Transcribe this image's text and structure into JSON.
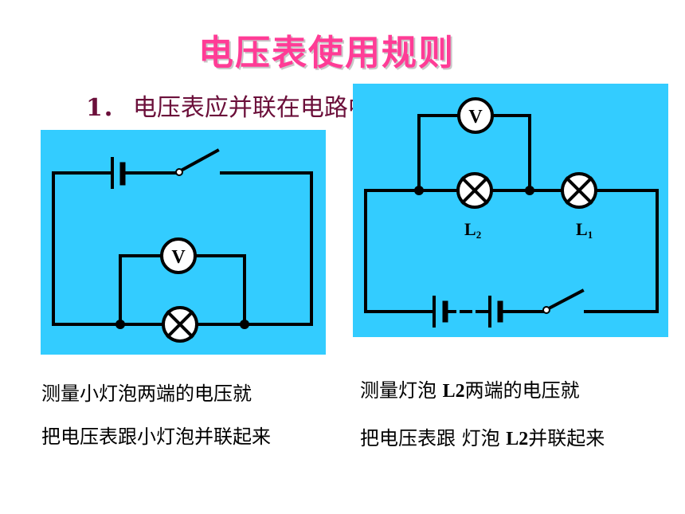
{
  "title": "电压表使用规则",
  "point": {
    "number": "1．",
    "text": "电压表应并联在电路中"
  },
  "left_circuit": {
    "meter_label": "V",
    "caption_line1": "测量小灯泡两端的电压就",
    "caption_line2": "把电压表跟小灯泡并联起来"
  },
  "right_circuit": {
    "meter_label": "V",
    "lamp2_label": "L",
    "lamp2_sub": "2",
    "lamp1_label": "L",
    "lamp1_sub": "1",
    "caption_line1_pre": "测量灯泡 ",
    "caption_line1_latin": "L2",
    "caption_line1_post": "两端的电压就",
    "caption_line2_pre": "把电压表跟 灯泡 ",
    "caption_line2_latin": "L2",
    "caption_line2_post": "并联起来"
  },
  "colors": {
    "title": "#ff3c96",
    "point": "#6b0f3a",
    "panel": "#33ccff",
    "wire": "#000000"
  }
}
